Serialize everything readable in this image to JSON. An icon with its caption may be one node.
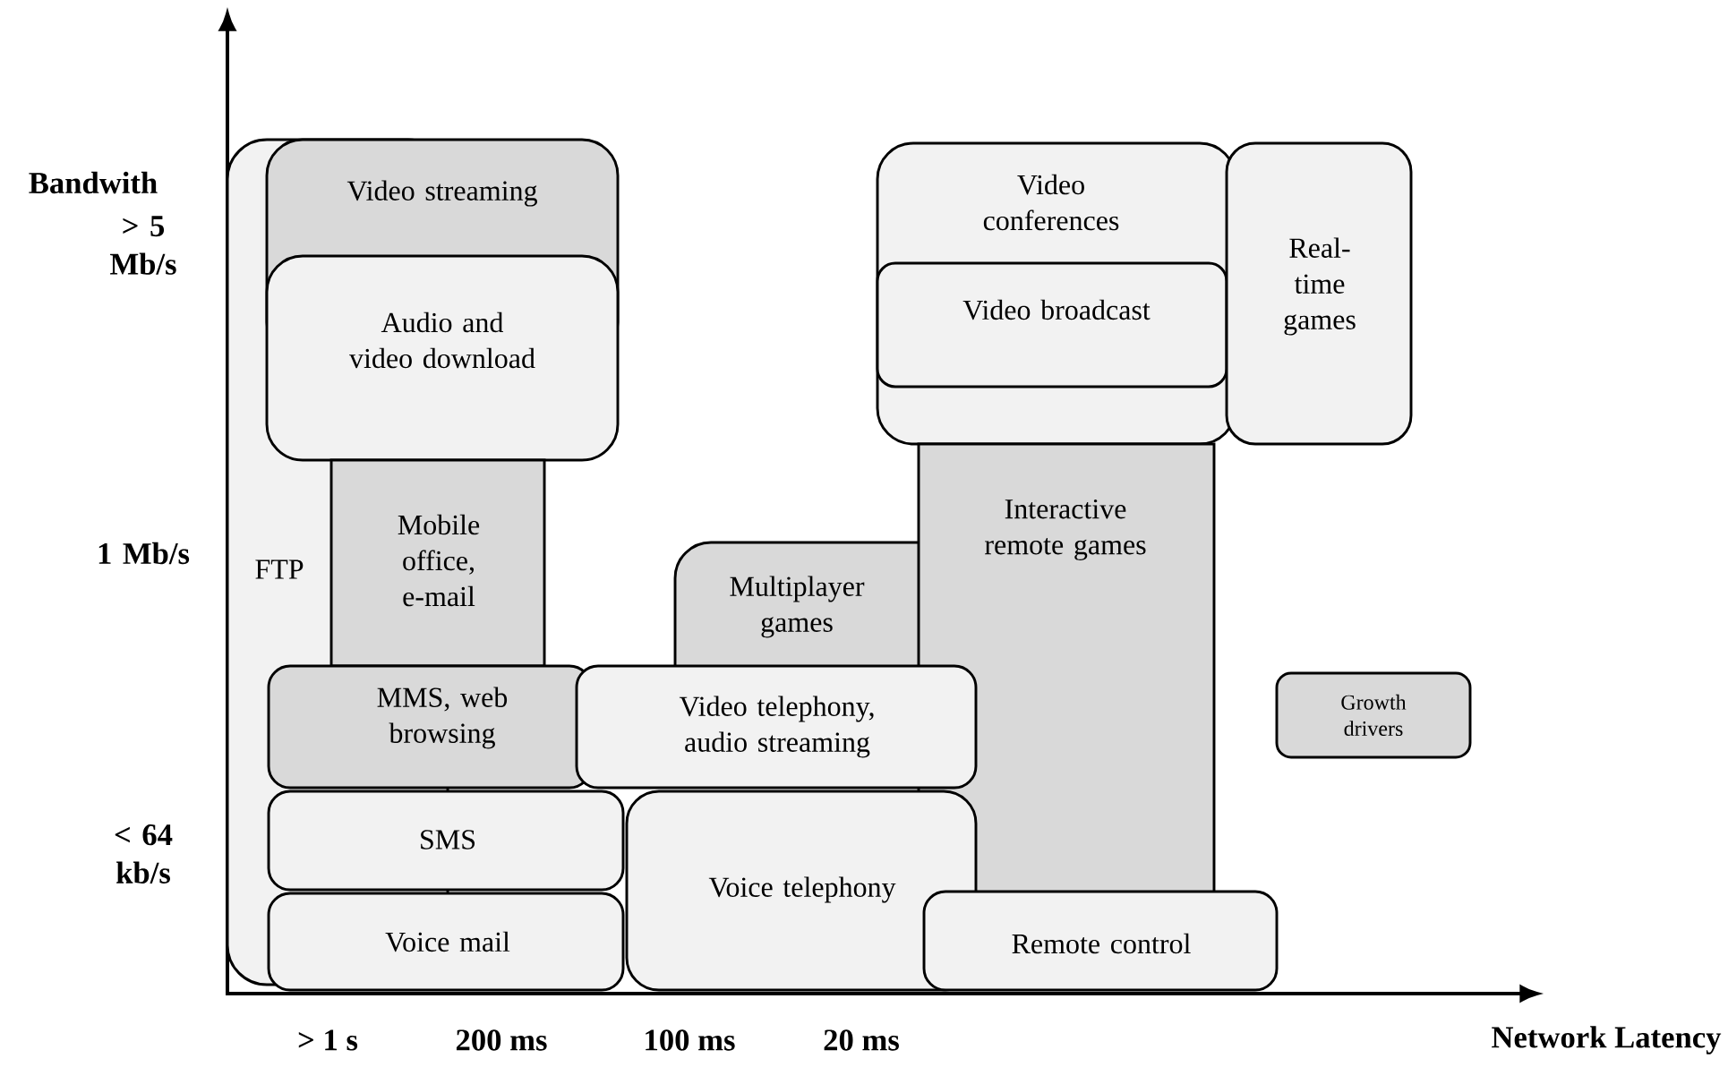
{
  "diagram": {
    "nodes": [
      {
        "text": [
          "FTP"
        ]
      },
      {
        "text": [
          "Video streaming"
        ]
      },
      {
        "text": [
          "Audio and video download"
        ]
      },
      {
        "text": [
          "Mobile office, e-mail"
        ]
      },
      {
        "text": [
          "Multiplayer games"
        ]
      },
      {
        "text": [
          "Video conferences"
        ]
      },
      {
        "text": [
          "Video broadcast"
        ],
        "in": 5
      },
      {
        "text": [
          "Real-time games"
        ]
      },
      {
        "text": [
          "Interactive remote games"
        ]
      },
      {
        "text": [
          "MMS, web browsing"
        ]
      },
      {
        "text": [
          "Video telephony, audio streaming"
        ]
      },
      {
        "text": [
          "SMS"
        ]
      },
      {
        "text": [
          "Voice mail"
        ]
      },
      {
        "text": [
          "Voice telephony"
        ]
      },
      {
        "text": [
          "Remote control"
        ]
      }
    ],
    "labels": [
      "Bandwith",
      "> 5 Mb/s",
      "1 Mb/s",
      "< 64 kb/s",
      "> 1 s",
      "200 ms",
      "100 ms",
      "20 ms",
      "Network Latency"
    ],
    "legend": [
      {
        "text": "Growth drivers",
        "color": "#d9d9d9"
      }
    ]
  }
}
